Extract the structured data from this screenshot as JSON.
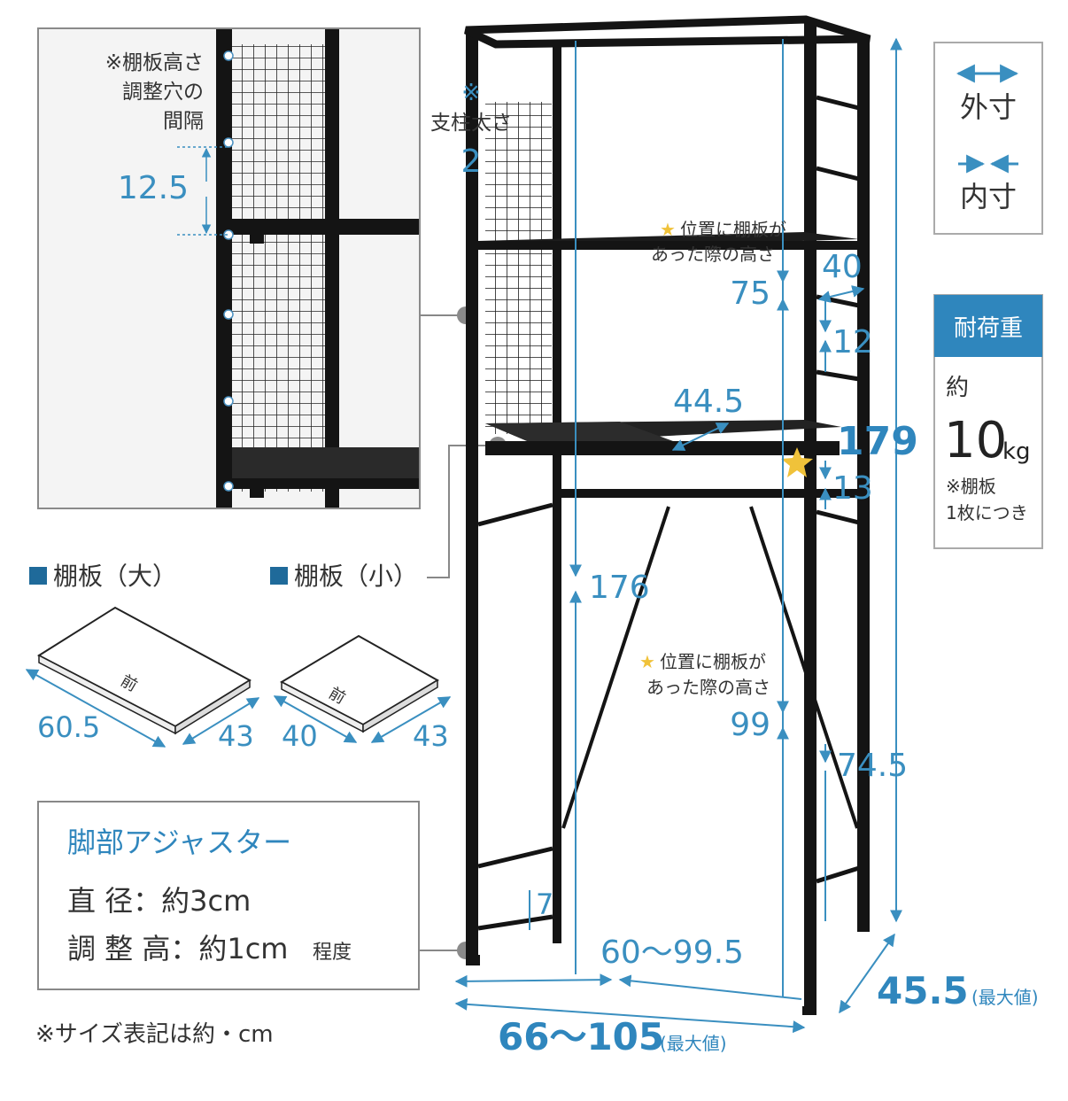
{
  "detail": {
    "note_lines": [
      "※棚板高さ",
      "調整穴の",
      "間隔"
    ],
    "gap": "12.5"
  },
  "center": {
    "pillar_note_mark": "※",
    "pillar_note_text": "支柱太さ",
    "pillar_value": "2",
    "star_note1_line1": "位置に棚板が",
    "star_note1_line2": "あった際の高さ",
    "star_note2_line1": "位置に棚板が",
    "star_note2_line2": "あった際の高さ",
    "dim_top_gap": "75",
    "dim_shelf_depth": "40",
    "dim_side_gap": "12",
    "dim_shelf_diag": "44.5",
    "dim_total_height": "179",
    "dim_low_gap": "13",
    "dim_left_height": "176",
    "dim_lower_height": "99",
    "dim_lower_right": "74.5",
    "dim_leg": "7",
    "dim_inner_width": "60～99.5",
    "dim_outer_width": "66～105",
    "dim_outer_width_note": "(最大値)",
    "dim_depth": "45.5",
    "dim_depth_note": "(最大値)"
  },
  "legend": {
    "outer_label": "外寸",
    "inner_label": "内寸"
  },
  "load": {
    "header": "耐荷重",
    "prefix": "約",
    "value": "10",
    "unit": "kg",
    "note_line1": "※棚板",
    "note_line2": "1枚につき"
  },
  "shelves": {
    "large_label": "棚板（大）",
    "small_label": "棚板（小）",
    "front": "前",
    "large_width": "60.5",
    "large_depth": "43",
    "small_width": "40",
    "small_depth": "43"
  },
  "adjuster": {
    "title": "脚部アジャスター",
    "line1": "直 径：約3cm",
    "line2_main": "調 整 高：約1cm",
    "line2_suffix": "程度"
  },
  "footnote": "※サイズ表記は約・cm",
  "colors": {
    "accent": "#2f86bd",
    "frame": "#141414",
    "star": "#f0c23a"
  }
}
